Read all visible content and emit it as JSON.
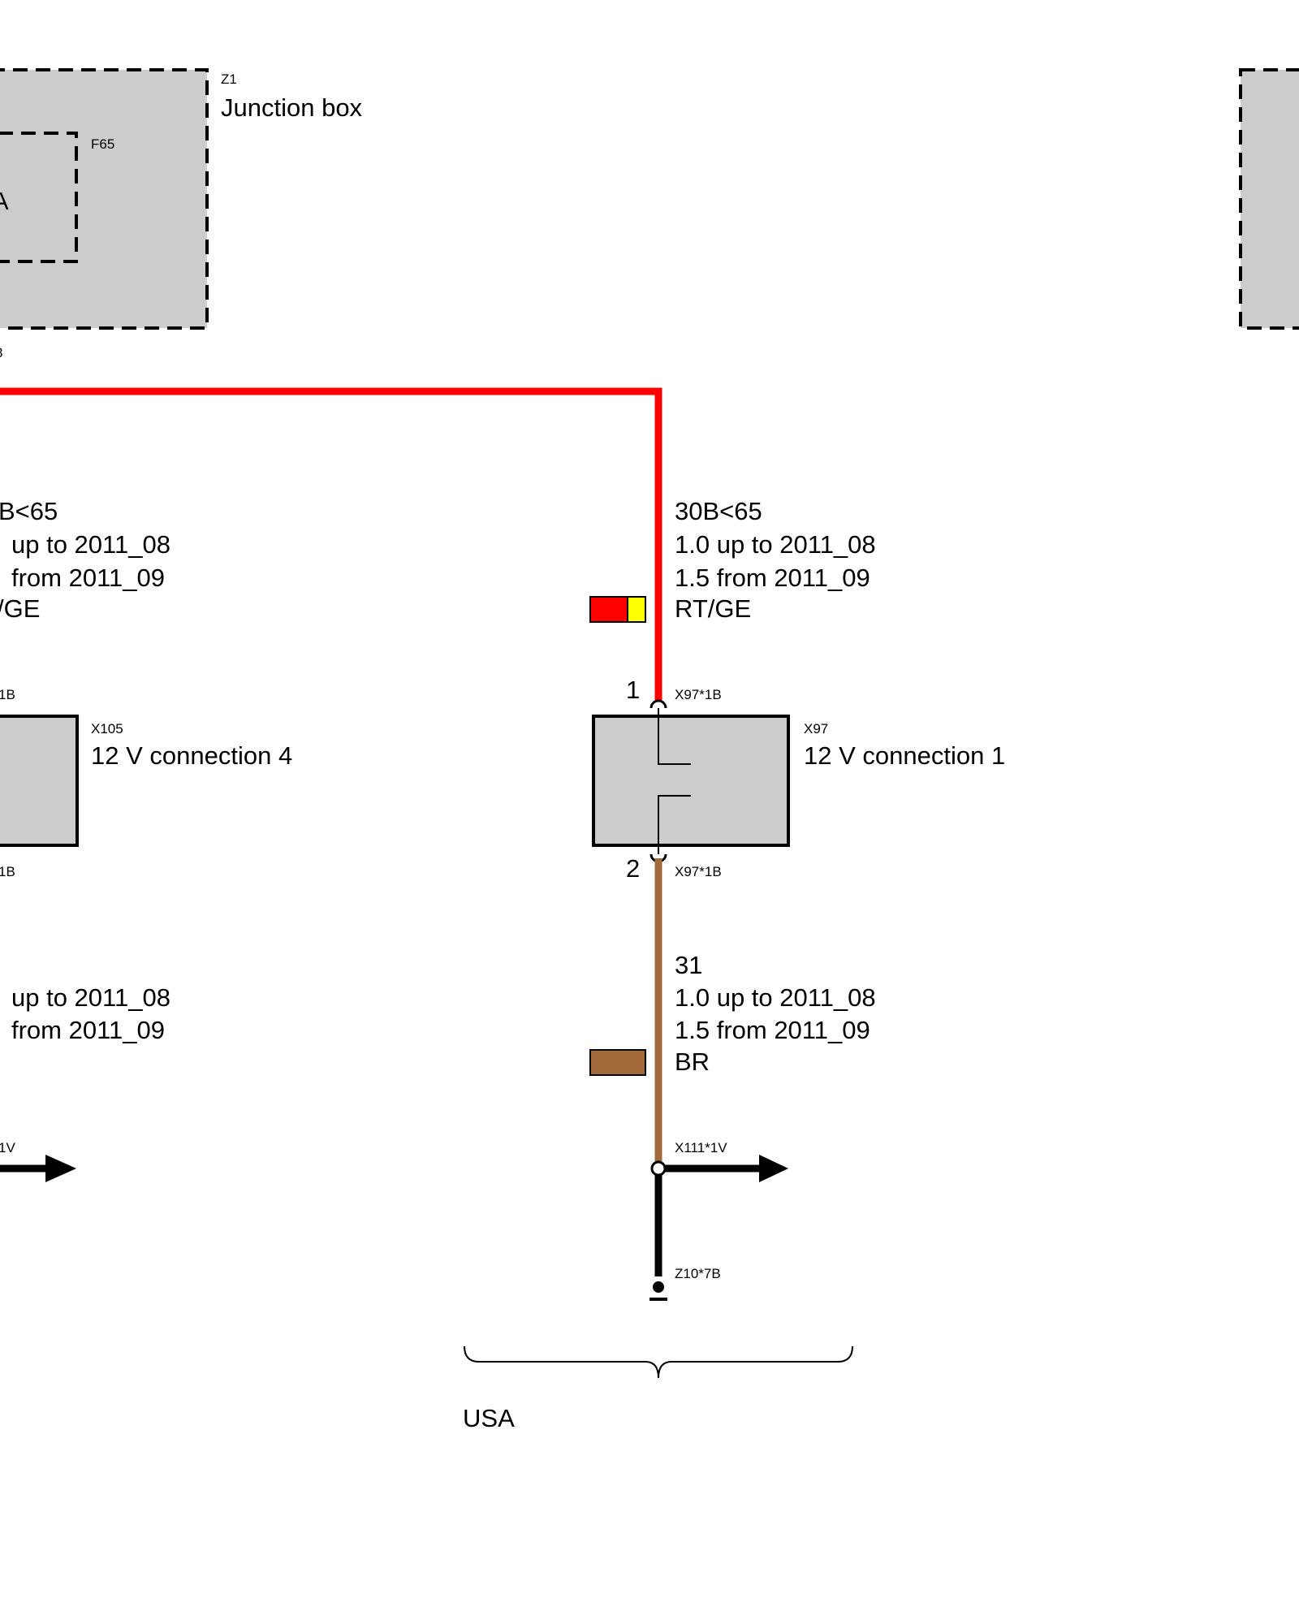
{
  "colors": {
    "wire_red": "#ff0000",
    "wire_yellow": "#ffff00",
    "wire_brown": "#a06a3a",
    "wire_black": "#000000",
    "component_fill": "#cccccc",
    "outline": "#000000"
  },
  "junction_box": {
    "ref": "Z1",
    "name": "Junction box"
  },
  "fuse": {
    "ref": "F65",
    "label_fragment": "A"
  },
  "fragment_under_box": "3",
  "left_branch": {
    "wire_top": {
      "terminal": "B<65",
      "line1": "up to 2011_08",
      "line2": "from 2011_09",
      "color": "/GE"
    },
    "pin_top": "1B",
    "component": {
      "ref": "X105",
      "name": "12 V connection 4"
    },
    "pin_bottom": "1B",
    "wire_bottom": {
      "line1": "up to 2011_08",
      "line2": "from 2011_09"
    },
    "arrow_pin": "1V"
  },
  "right_branch": {
    "wire_top": {
      "terminal": "30B<65",
      "line1": "1.0  up to 2011_08",
      "line2": "1.5  from 2011_09",
      "color": "RT/GE"
    },
    "pin1_number": "1",
    "pin1_label": "X97*1B",
    "component": {
      "ref": "X97",
      "name": "12 V connection 1"
    },
    "pin2_number": "2",
    "pin2_label": "X97*1B",
    "wire_bottom": {
      "terminal": "31",
      "line1": "1.0  up to 2011_08",
      "line2": "1.5  from 2011_09",
      "color": "BR"
    },
    "splice_label": "X111*1V",
    "ground_label": "Z10*7B"
  },
  "region_label": "USA"
}
